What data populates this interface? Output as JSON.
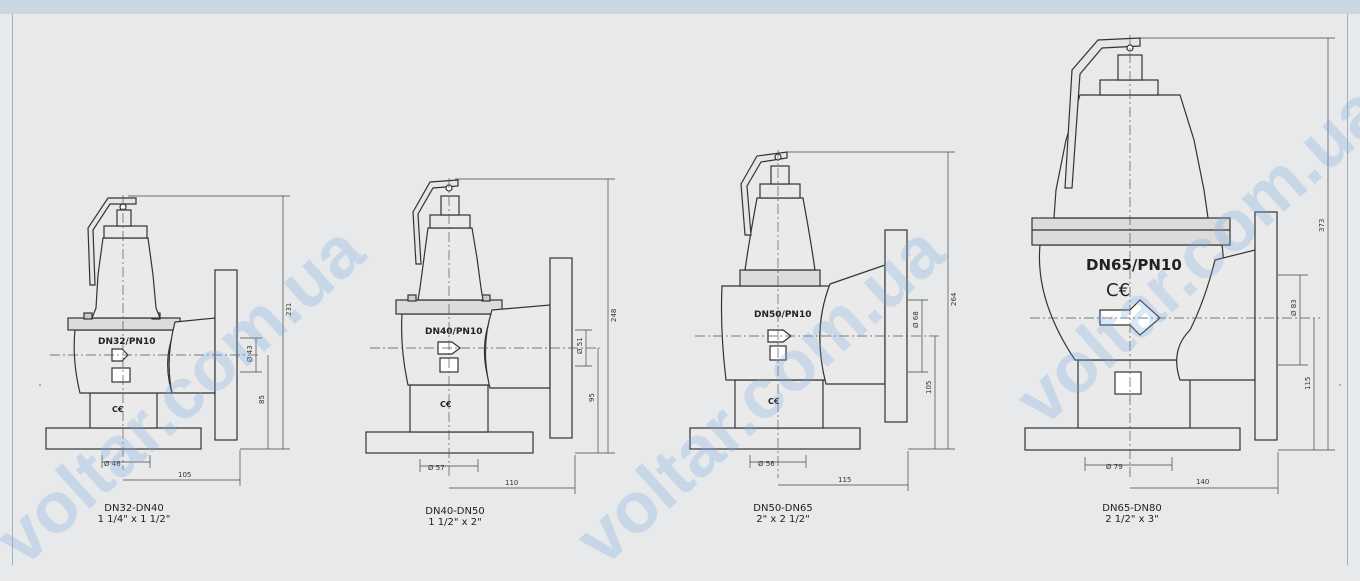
{
  "watermark": {
    "text": "voltar.com.ua",
    "color": "#78aae1"
  },
  "colors": {
    "background": "#e7e9ea",
    "band": "#c8d7e2",
    "line": "#333333",
    "dim": "#444444"
  },
  "valves": [
    {
      "id": "dn32",
      "caption_line1": "DN32-DN40",
      "caption_line2": "1 1/4\" x 1 1/2\"",
      "body_label": "DN32/PN10",
      "dims": {
        "height": "231",
        "outlet_height": "85",
        "outlet_diameter": "Ø 43",
        "inlet_diameter": "Ø 46",
        "width": "105"
      }
    },
    {
      "id": "dn40",
      "caption_line1": "DN40-DN50",
      "caption_line2": "1 1/2\" x 2\"",
      "body_label": "DN40/PN10",
      "dims": {
        "height": "248",
        "outlet_height": "95",
        "outlet_diameter": "Ø 51",
        "inlet_diameter": "Ø 57",
        "width": "110"
      }
    },
    {
      "id": "dn50",
      "caption_line1": "DN50-DN65",
      "caption_line2": "2\" x 2 1/2\"",
      "body_label": "DN50/PN10",
      "dims": {
        "height": "264",
        "outlet_height": "105",
        "outlet_diameter": "Ø 68",
        "inlet_diameter": "Ø 56",
        "width": "115"
      }
    },
    {
      "id": "dn65",
      "caption_line1": "DN65-DN80",
      "caption_line2": "2 1/2\" x 3\"",
      "body_label": "DN65/PN10",
      "dims": {
        "height": "373",
        "outlet_height": "115",
        "outlet_diameter": "Ø 83",
        "inlet_diameter": "Ø 79",
        "width": "140"
      }
    }
  ]
}
